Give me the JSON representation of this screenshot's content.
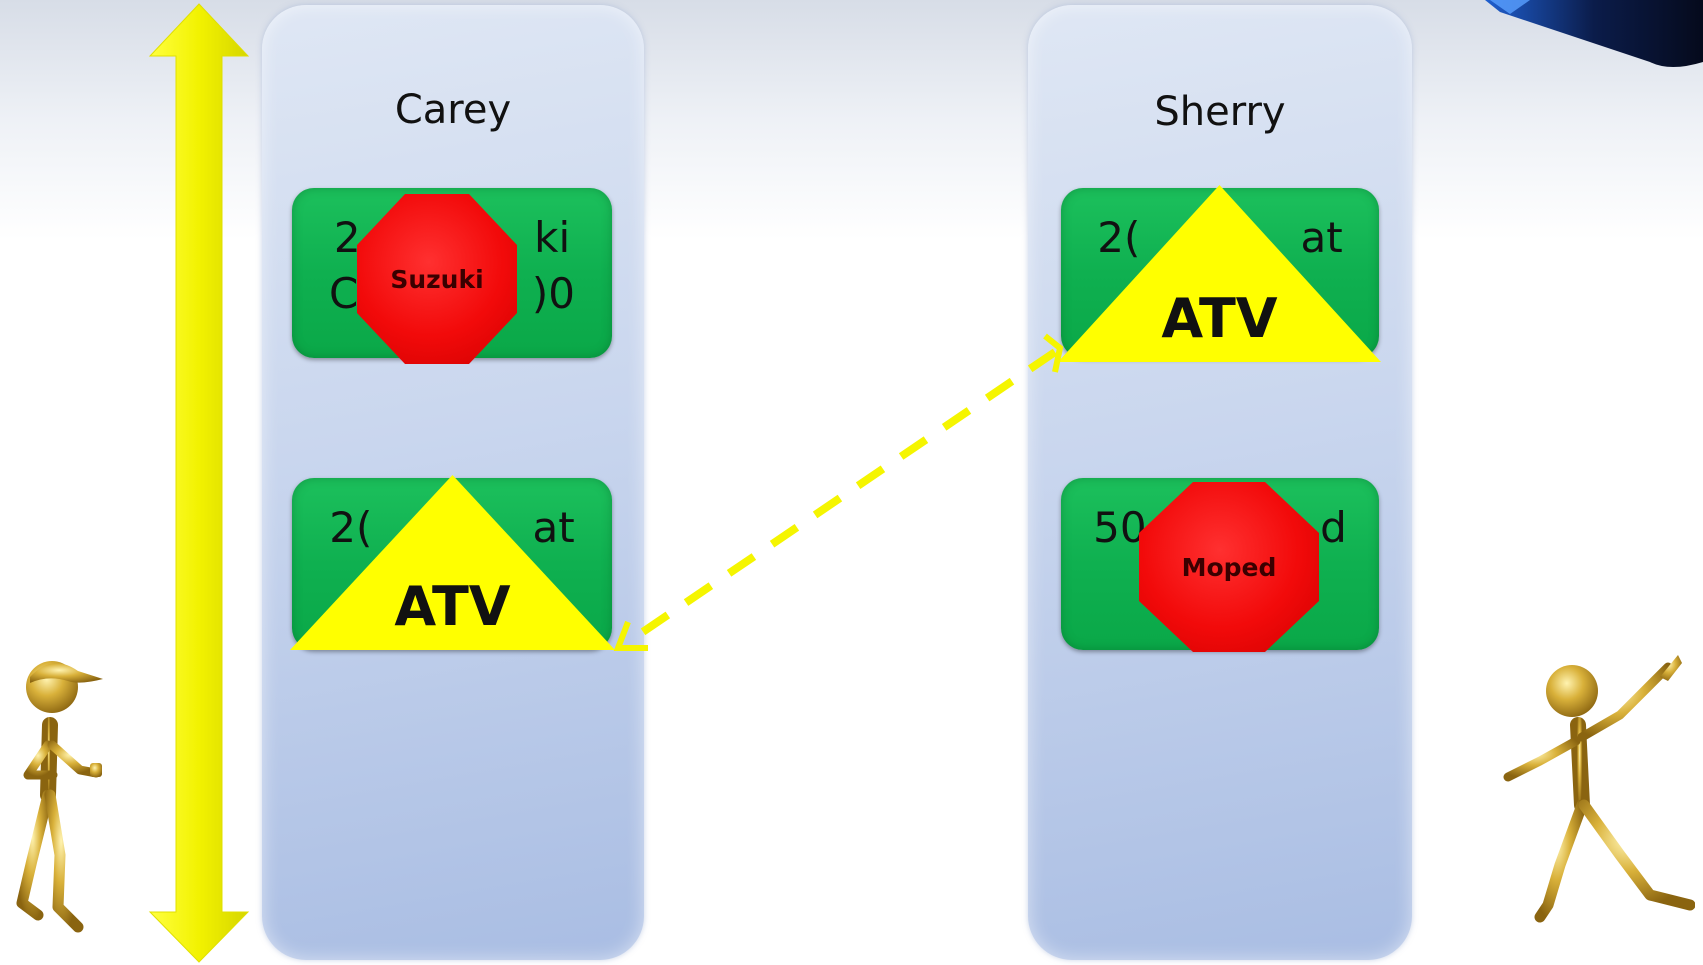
{
  "columns": [
    {
      "name": "Carey",
      "cards": [
        {
          "text": "2             ki\nC             )0",
          "badge_shape": "octagon",
          "badge_label": "Suzuki"
        },
        {
          "text": "2(            at",
          "badge_shape": "triangle",
          "badge_label": "ATV"
        }
      ]
    },
    {
      "name": "Sherry",
      "cards": [
        {
          "text": "2(            at",
          "badge_shape": "triangle",
          "badge_label": "ATV"
        },
        {
          "text": "50             d",
          "badge_shape": "octagon",
          "badge_label": "Moped"
        }
      ]
    }
  ],
  "connector": {
    "style": "dashed double-headed arrow",
    "from": "Sherry ATV card",
    "to": "Carey ATV card"
  },
  "timeline_arrow": {
    "style": "vertical double-headed arrow"
  },
  "figures": {
    "left": "gold-figure-walking-checking-watch",
    "right": "gold-figure-pointing-up"
  },
  "colors": {
    "card_green": "#0fb050",
    "octagon_red": "#f20a0a",
    "triangle_yellow": "#ffff00",
    "arrow_yellow": "#f5f500",
    "column_blue": "#c9d6ee",
    "figure_gold": "#c9a227"
  }
}
